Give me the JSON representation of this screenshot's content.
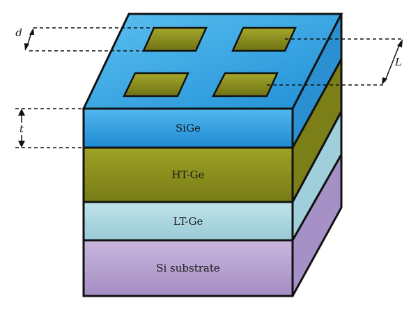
{
  "layers": [
    {
      "id": "sige",
      "label": "SiGe",
      "front_color": "#2e9fe0",
      "side_color": "#2a8fd0"
    },
    {
      "id": "ht-ge",
      "label": "HT-Ge",
      "front_color": "#8c8f1c",
      "side_color": "#7d8019"
    },
    {
      "id": "lt-ge",
      "label": "LT-Ge",
      "front_color": "#a9d7e0",
      "side_color": "#9ccbd6"
    },
    {
      "id": "si-substrate",
      "label": "Si substrate",
      "front_color": "#b8a3d3",
      "side_color": "#a994c8"
    }
  ],
  "top_surface_color": "#2e9fe0",
  "pad_color": "#8c8f1c",
  "dimensions": {
    "d": "d",
    "L": "L",
    "t": "t"
  }
}
